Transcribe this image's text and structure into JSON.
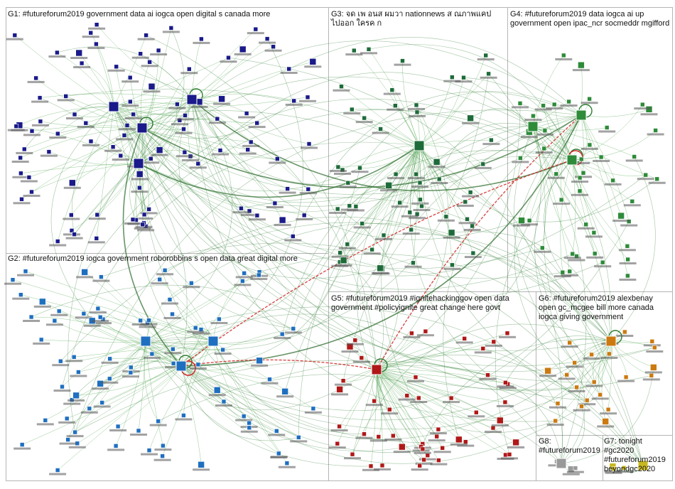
{
  "groups": [
    {
      "id": "G1",
      "title": "G1: #futureforum2019 government data ai iogca open digital s canada more",
      "color": "#1a1a8a"
    },
    {
      "id": "G2",
      "title": "G2: #futureforum2019 iogca government roborobbins s open data great digital more",
      "color": "#1f6fc0"
    },
    {
      "id": "G3",
      "title": "G3: จด เพ อนส ผมวา nationnews ส ณภาพแคป ไปออก ใครค ก",
      "color": "#1e6b3a"
    },
    {
      "id": "G4",
      "title": "G4: #futureforum2019 data iogca ai up government open ipac_ncr socmeddr mgifford",
      "color": "#2e8b3a"
    },
    {
      "id": "G5",
      "title": "G5: #futureforum2019 #ignitehackinggov open data government #policyignite great change here govt",
      "color": "#b01818"
    },
    {
      "id": "G6",
      "title": "G6: #futureforum2019 alexbenay open gc_mcgee bill more canada iogca giving government",
      "color": "#cc7a10"
    },
    {
      "id": "G7",
      "title": "G7: tonight #gc2020 #futureforum2019 beyondgc2020",
      "color": "#c8b820"
    },
    {
      "id": "G8",
      "title": "G8: #futureforum2019",
      "color": "#999999"
    }
  ],
  "edge_colors": {
    "intra": "#3c9a3c",
    "cross": "#2e7d32",
    "highlight": "#d11f1f"
  }
}
